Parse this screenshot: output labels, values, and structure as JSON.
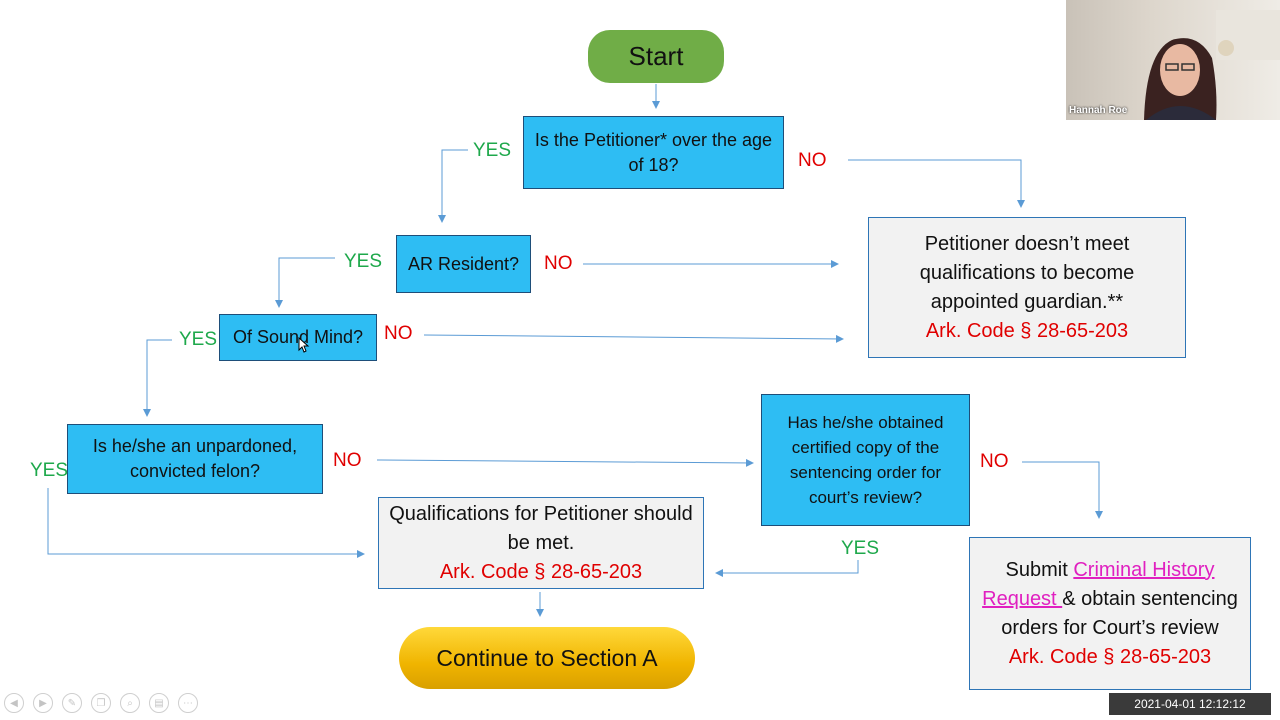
{
  "flow": {
    "start": "Start",
    "q_age": "Is the Petitioner* over the age of 18?",
    "q_resident": "AR Resident?",
    "q_sound": "Of Sound Mind?",
    "q_felon": "Is he/she an unpardoned, convicted felon?",
    "q_certified": "Has he/she obtained certified copy of the sentencing order for court’s review?",
    "not_qualified": {
      "text": "Petitioner doesn’t meet qualifications to become appointed guardian.**",
      "code": "Ark. Code § 28-65-203"
    },
    "qualified": {
      "text": "Qualifications for Petitioner should be met.",
      "code": "Ark. Code § 28-65-203"
    },
    "submit": {
      "prefix": "Submit ",
      "link": "Criminal History Request ",
      "suffix": "& obtain sentencing orders for Court’s review",
      "code": "Ark. Code § 28-65-203"
    },
    "continue": "Continue to Section A",
    "yes": "YES",
    "no": "NO"
  },
  "video": {
    "name": "Hannah Roe"
  },
  "timestamp": "2021-04-01  12:12:12",
  "colors": {
    "question_fill": "#2ebdf3",
    "start_fill": "#70ad47",
    "yes_text": "#1ea84b",
    "no_text": "#e00000",
    "link_text": "#e020c0",
    "arrow": "#5b9bd5"
  },
  "toolbar_icons": [
    "back-icon",
    "forward-icon",
    "pen-icon",
    "copy-icon",
    "zoom-icon",
    "slides-icon",
    "more-icon"
  ]
}
